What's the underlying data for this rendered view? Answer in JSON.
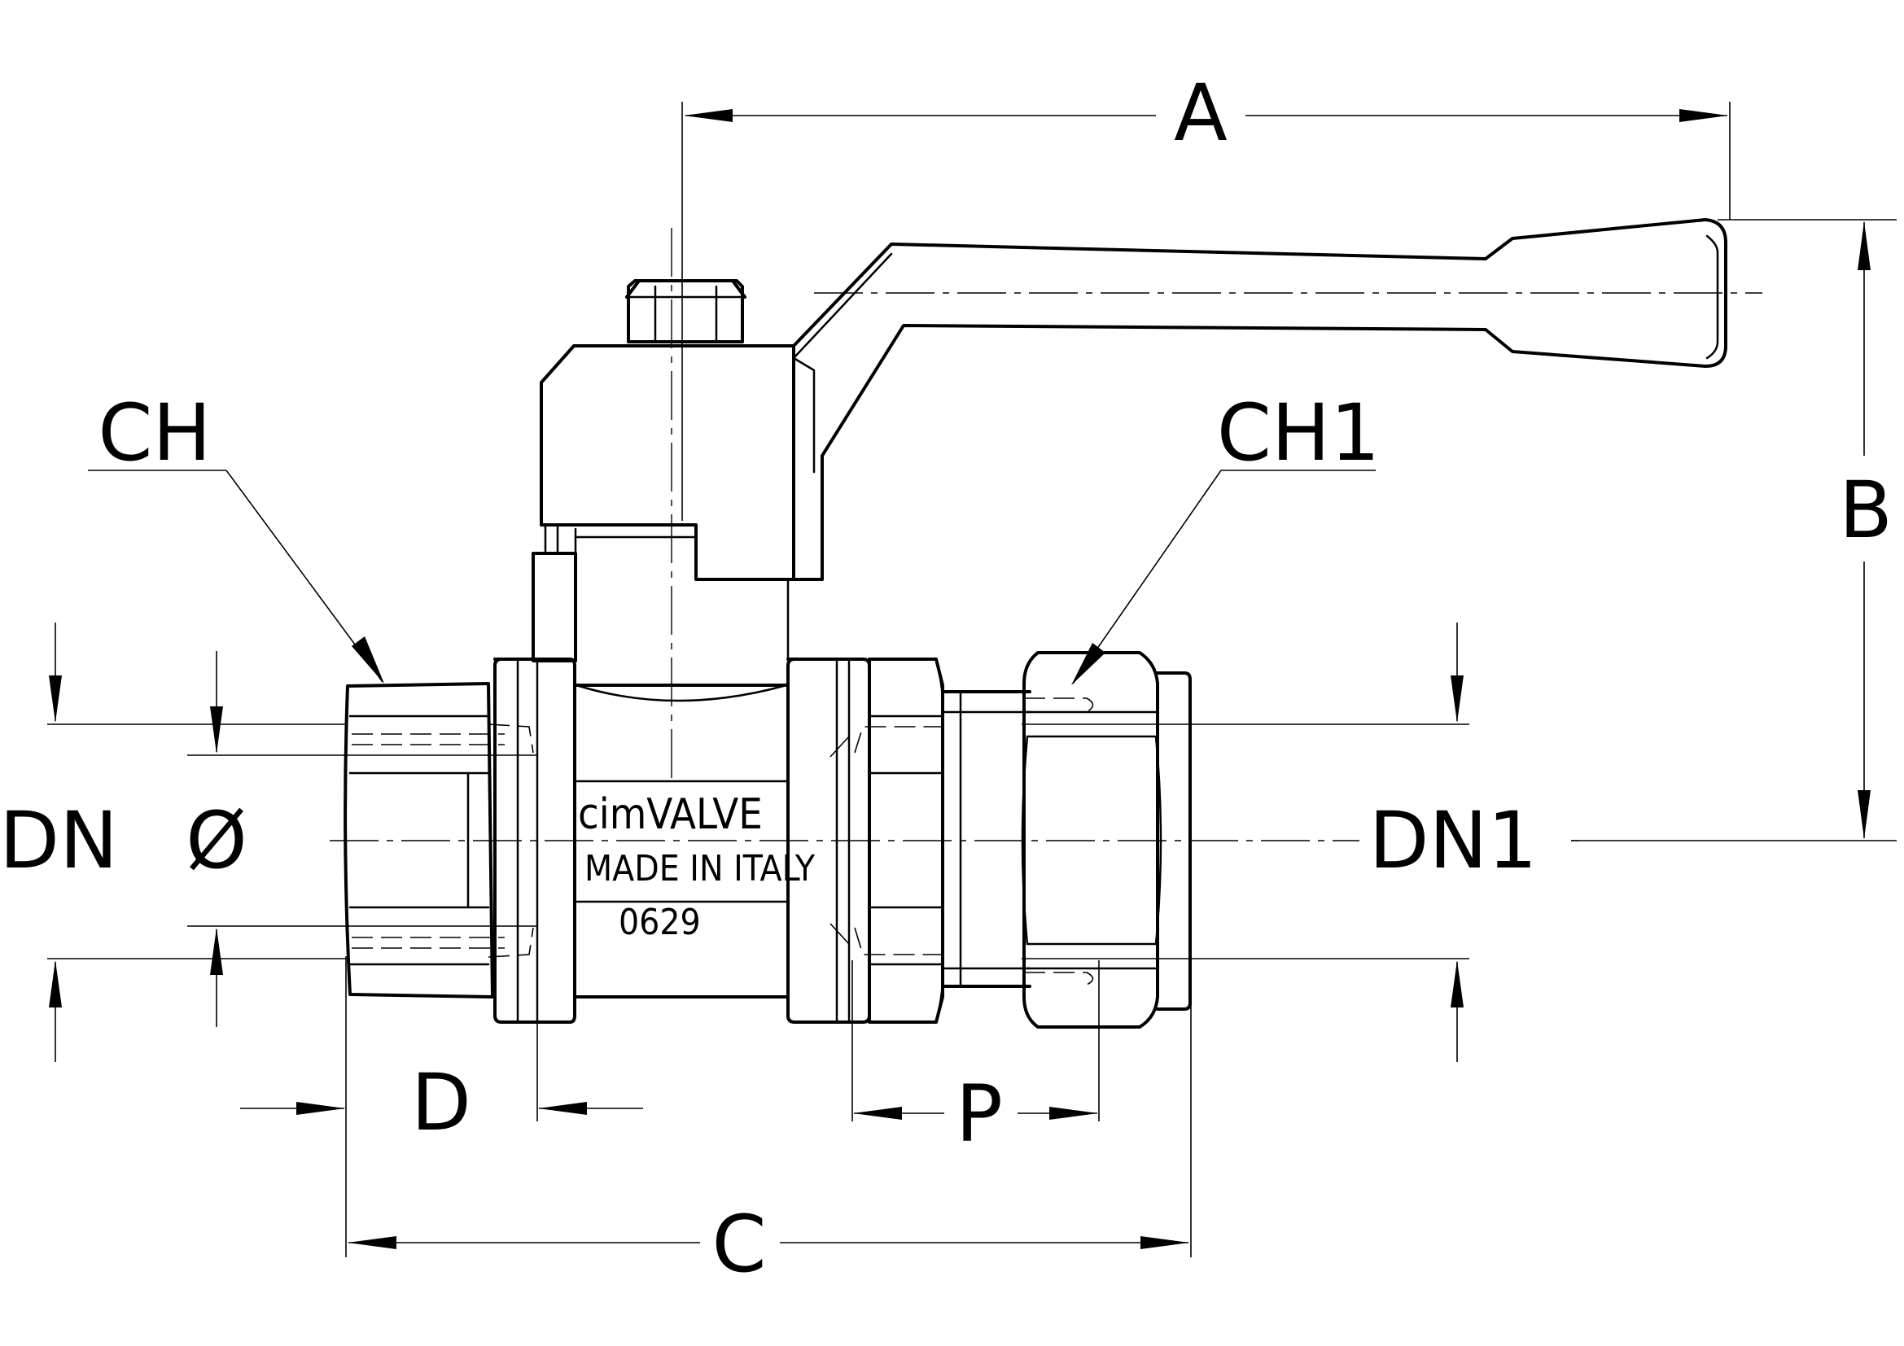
{
  "dimensions": {
    "A": "A",
    "B": "B",
    "C": "C",
    "D": "D",
    "P": "P",
    "CH": "CH",
    "CH1": "CH1",
    "DN": "DN",
    "DN1": "DN1",
    "diameter": "Ø"
  },
  "body_marking": {
    "brand": "cimVALVE",
    "origin": "MADE IN ITALY",
    "code": "0629"
  }
}
